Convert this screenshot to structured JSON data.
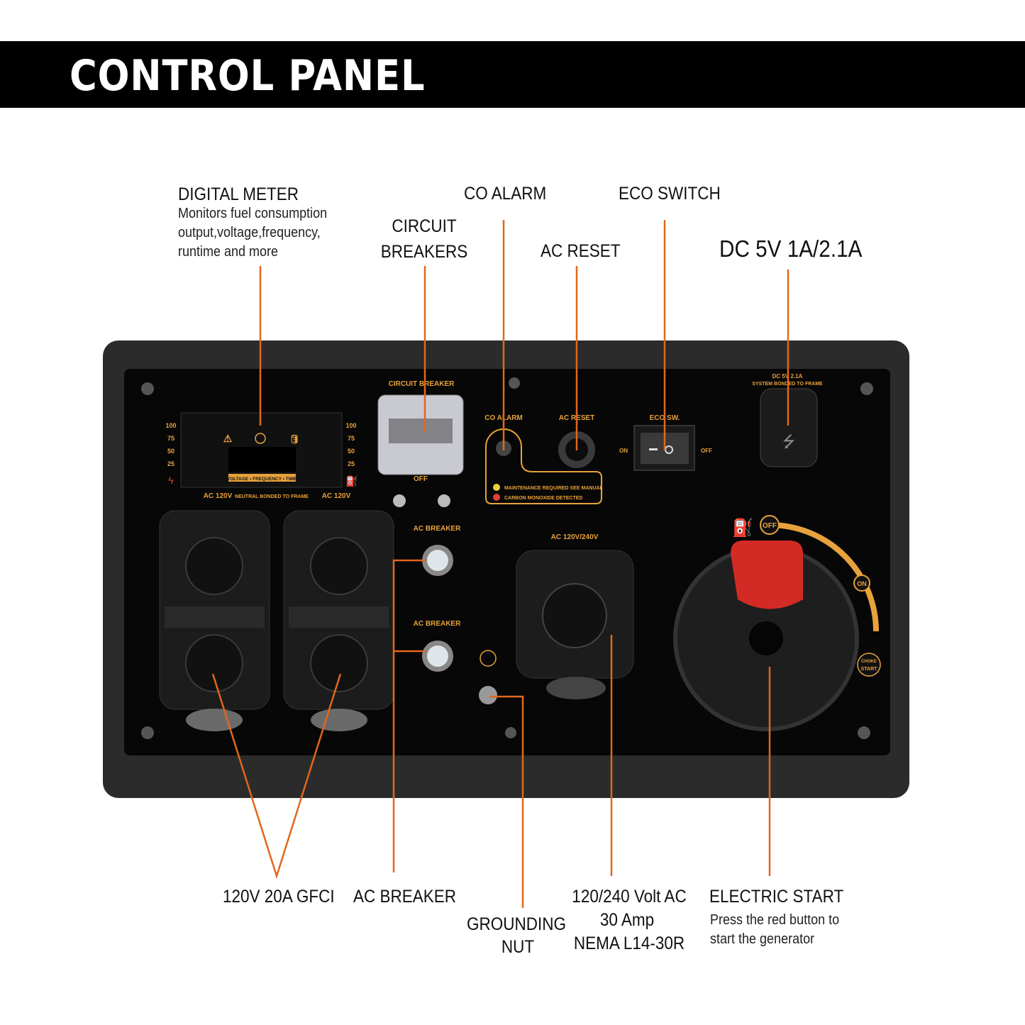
{
  "header": {
    "title": "CONTROL PANEL"
  },
  "callouts": {
    "digital_meter": {
      "title": "DIGITAL METER",
      "desc": [
        "Monitors fuel consumption",
        "output,voltage,frequency,",
        "runtime and more"
      ]
    },
    "circuit_breakers": {
      "title": [
        "CIRCUIT",
        "BREAKERS"
      ]
    },
    "co_alarm": {
      "title": "CO ALARM"
    },
    "ac_reset": {
      "title": "AC RESET"
    },
    "eco_switch": {
      "title": "ECO SWITCH"
    },
    "dc_port": {
      "title": "DC 5V 1A/2.1A"
    },
    "gfci": {
      "title": "120V 20A GFCI"
    },
    "ac_breaker": {
      "title": "AC BREAKER"
    },
    "grounding_nut": {
      "title": [
        "GROUNDING",
        "NUT"
      ]
    },
    "twist_lock": {
      "title": [
        "120/240 Volt AC",
        "30 Amp",
        "NEMA L14-30R"
      ]
    },
    "electric_start": {
      "title": "ELECTRIC START",
      "desc": [
        "Press the red button to",
        "start the generator"
      ]
    }
  },
  "panel": {
    "meter_scale": [
      "100",
      "75",
      "50",
      "25"
    ],
    "meter_strip": "VOLTAGE • FREQUENCY • TIME",
    "ac_120v_left": "AC 120V",
    "ac_120v_right": "AC 120V",
    "neutral": "NEUTRAL BONDED TO FRAME",
    "circuit_breaker": "CIRCUIT BREAKER",
    "off": "OFF",
    "ac_breaker_1": "AC BREAKER",
    "ac_breaker_2": "AC BREAKER",
    "co_alarm": "CO ALARM",
    "maintenance": "MAINTENANCE REQUIRED SEE MANUAL",
    "co_detected": "CARBON MONOXIDE DETECTED",
    "ac_reset": "AC RESET",
    "eco_sw": "ECO SW.",
    "eco_on": "ON",
    "eco_off": "OFF",
    "dc_label": "DC 5V 2.1A",
    "dc_sub": "SYSTEM BONDED TO FRAME",
    "ac_120_240": "AC 120V/240V",
    "dial_off": "OFF",
    "dial_on": "ON",
    "dial_choke": "CHOKE",
    "dial_start": "START"
  },
  "colors": {
    "callout_line": "#e2661e",
    "panel_text": "#e8a23c",
    "start_button": "#d42a25"
  }
}
